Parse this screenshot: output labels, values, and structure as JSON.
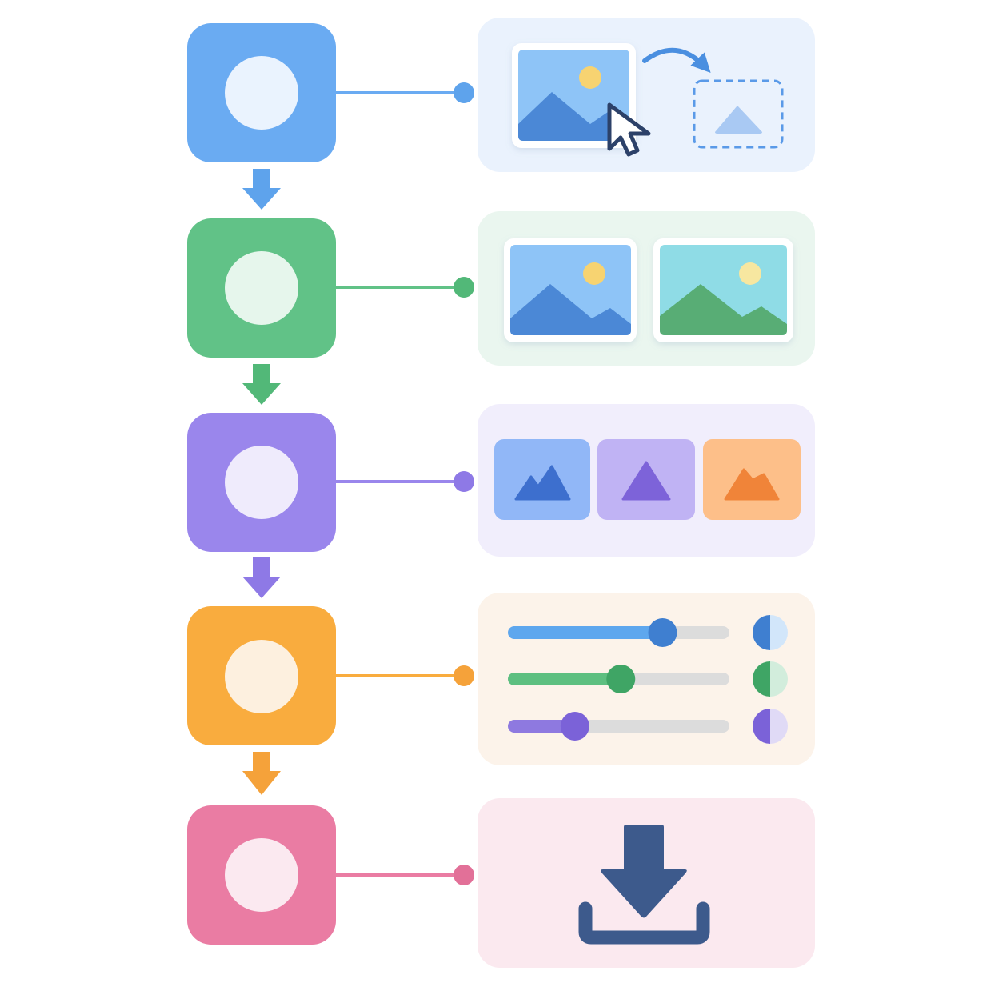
{
  "steps": [
    {
      "id": "upload",
      "color": "#6aabf2",
      "bead": "#5ea3ec",
      "node_fill": "#eaf3fe",
      "panel_bg": "#eaf2fd",
      "icons": [
        "image-icon",
        "cursor-icon",
        "curved-arrow-icon",
        "dashed-drop-zone-icon"
      ]
    },
    {
      "id": "compare",
      "color": "#61c287",
      "bead": "#52b878",
      "node_fill": "#e6f6ec",
      "panel_bg": "#eaf6ef",
      "icons": [
        "image-icon",
        "image-icon"
      ]
    },
    {
      "id": "choose-style",
      "color": "#9a86ec",
      "bead": "#8e79e6",
      "node_fill": "#efebfc",
      "panel_bg": "#f1eefc",
      "icons": [
        "mountain-tile-blue",
        "mountain-tile-purple",
        "mountain-tile-orange"
      ]
    },
    {
      "id": "adjust",
      "color": "#f9ac3e",
      "bead": "#f5a23a",
      "node_fill": "#fdf0df",
      "panel_bg": "#fcf3ea",
      "sliders": [
        {
          "color": "#5ea7ee",
          "knob": "#3f7fd0",
          "value": 0.68
        },
        {
          "color": "#5dbf80",
          "knob": "#3fa565",
          "value": 0.48
        },
        {
          "color": "#8e79e0",
          "knob": "#7b62d8",
          "value": 0.26
        }
      ]
    },
    {
      "id": "download",
      "color": "#ea7ca3",
      "bead": "#e27098",
      "node_fill": "#fbe9f0",
      "panel_bg": "#fbe9ef",
      "icons": [
        "download-icon"
      ],
      "icon_color": "#3d5a8c"
    }
  ]
}
